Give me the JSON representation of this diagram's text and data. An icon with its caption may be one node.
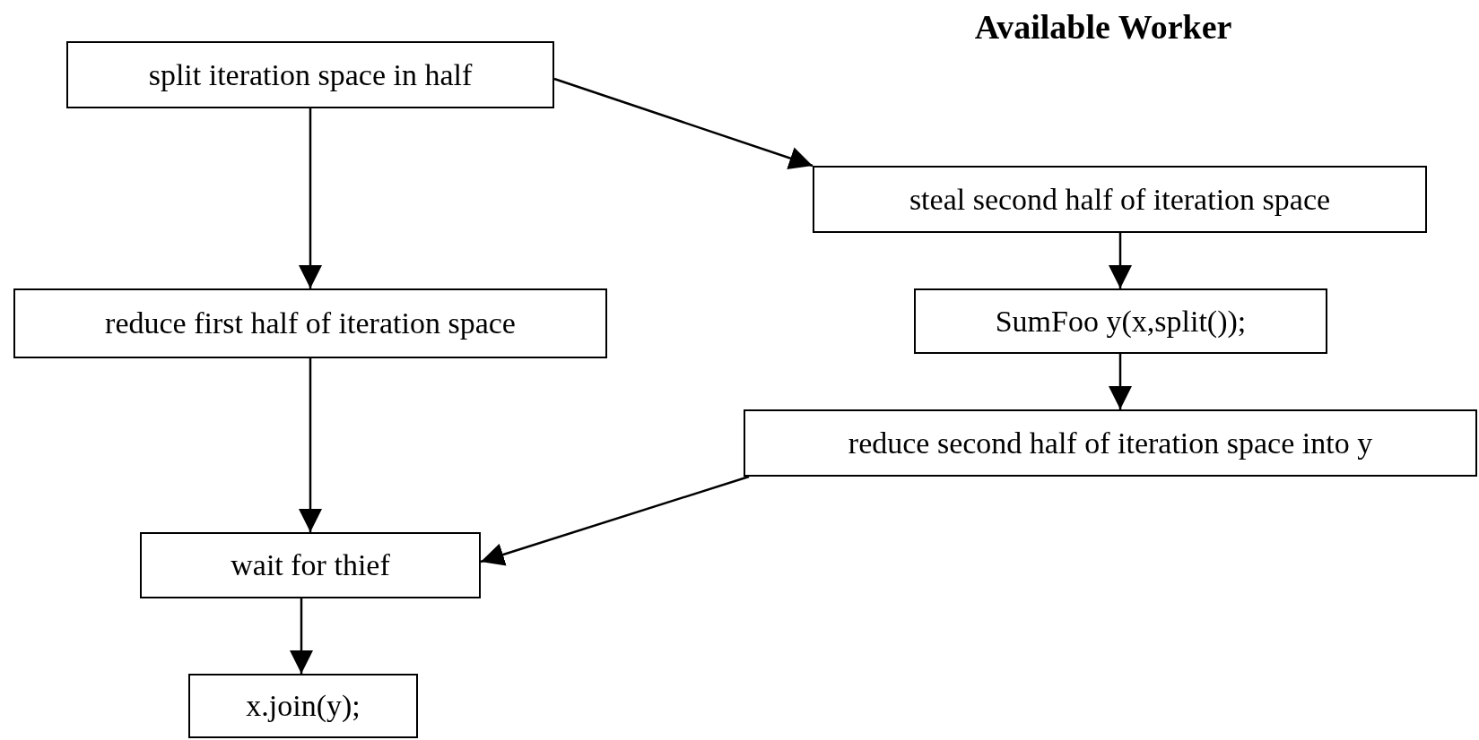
{
  "diagram": {
    "nodes": [
      {
        "text": [
          "split iteration space in half"
        ]
      },
      {
        "text": [
          "steal second half of iteration space"
        ]
      },
      {
        "text": [
          "reduce first half of iteration space"
        ]
      },
      {
        "text": [
          "SumFoo y(x,split());"
        ]
      },
      {
        "text": [
          "reduce second half of iteration space into y"
        ]
      },
      {
        "text": [
          "wait for thief"
        ]
      },
      {
        "text": [
          "x.join(y);"
        ]
      }
    ],
    "edges": [
      {
        "from": 0,
        "to": 2,
        "arrow": "to"
      },
      {
        "from": 0,
        "to": 1,
        "arrow": "to"
      },
      {
        "from": 1,
        "to": 3,
        "arrow": "to"
      },
      {
        "from": 3,
        "to": 4,
        "arrow": "to"
      },
      {
        "from": 2,
        "to": 5,
        "arrow": "to"
      },
      {
        "from": 4,
        "to": 5,
        "arrow": "to"
      },
      {
        "from": 5,
        "to": 6,
        "arrow": "to"
      }
    ],
    "labels": [
      "Available Worker"
    ]
  }
}
